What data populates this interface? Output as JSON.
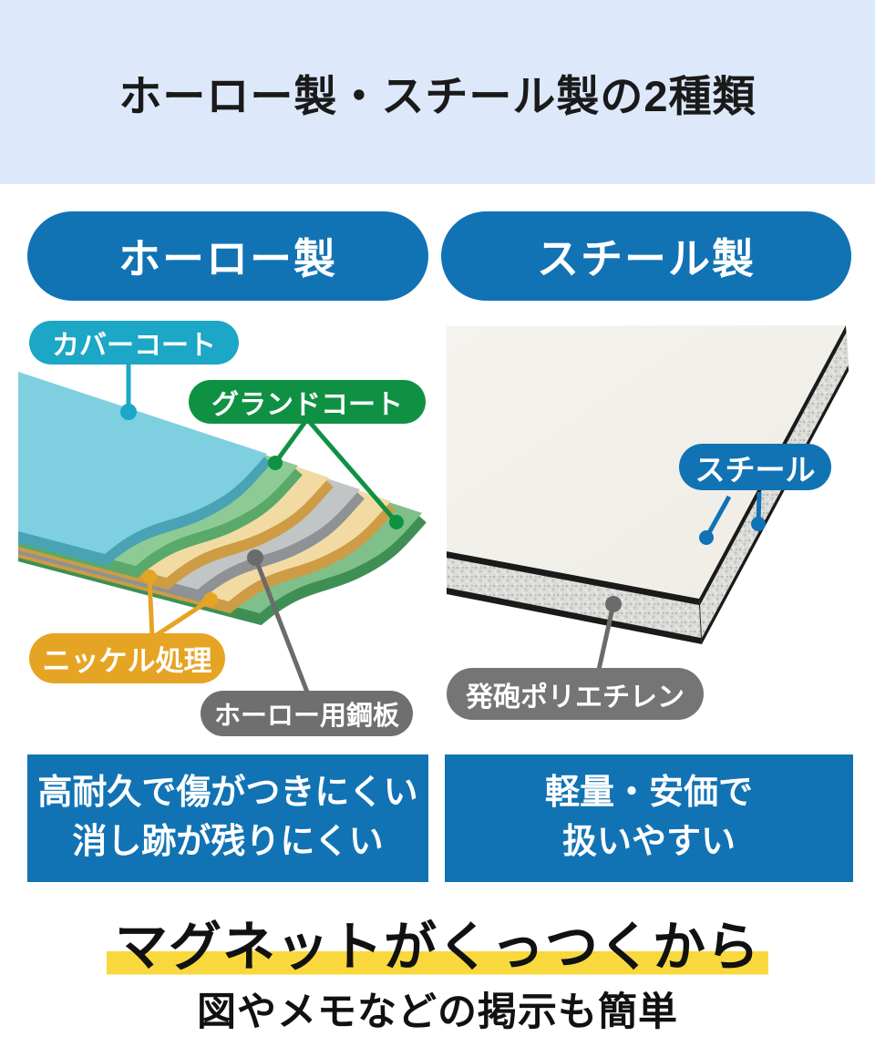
{
  "title": "ホーロー製・スチール製の2種類",
  "left": {
    "header": "ホーロー製",
    "label_cover_coat": "カバーコート",
    "label_ground_coat": "グランドコート",
    "label_nickel": "ニッケル処理",
    "label_steel_plate": "ホーロー用鋼板",
    "benefit_line1": "高耐久で傷がつきにくい",
    "benefit_line2": "消し跡が残りにくい"
  },
  "right": {
    "header": "スチール製",
    "label_steel": "スチール",
    "label_foam": "発砲ポリエチレン",
    "benefit_line1": "軽量・安価で",
    "benefit_line2": "扱いやすい"
  },
  "footer": {
    "highlight_line": "マグネットがくっつくから",
    "sub_line": "図やメモなどの掲示も簡単"
  },
  "colors": {
    "banner_bg": "#dde9fb",
    "primary_blue": "#1173b4",
    "cover_coat_teal": "#1ba7c5",
    "ground_coat_green": "#0f9143",
    "nickel_amber": "#e6a424",
    "steel_plate_gray": "#6f6f6f",
    "foam_label_gray": "#757575",
    "highlight_yellow": "#f8d83c",
    "layer_teal": "#7ed0e0",
    "layer_green": "#8ecb94",
    "layer_tan": "#f2dba2",
    "layer_gray": "#c2c5c6",
    "board_white": "#f2f1ea"
  }
}
